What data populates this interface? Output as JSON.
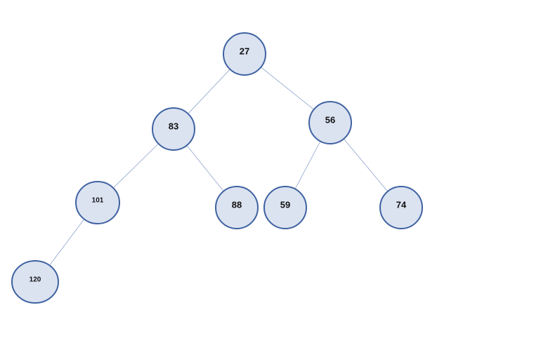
{
  "colors": {
    "node_fill": "#dbe3f1",
    "node_stroke": "#3f62a1",
    "edge": "#8ea2cf",
    "text": "#111111",
    "background": "#ffffff"
  },
  "tree": {
    "nodes": [
      {
        "id": "27",
        "label": "27"
      },
      {
        "id": "83",
        "label": "83"
      },
      {
        "id": "56",
        "label": "56"
      },
      {
        "id": "101",
        "label": "101"
      },
      {
        "id": "88",
        "label": "88"
      },
      {
        "id": "59",
        "label": "59"
      },
      {
        "id": "74",
        "label": "74"
      },
      {
        "id": "120",
        "label": "120"
      }
    ],
    "edges": [
      {
        "from": "27",
        "to": "83"
      },
      {
        "from": "27",
        "to": "56"
      },
      {
        "from": "83",
        "to": "101"
      },
      {
        "from": "83",
        "to": "88"
      },
      {
        "from": "56",
        "to": "59"
      },
      {
        "from": "56",
        "to": "74"
      },
      {
        "from": "101",
        "to": "120"
      }
    ]
  }
}
